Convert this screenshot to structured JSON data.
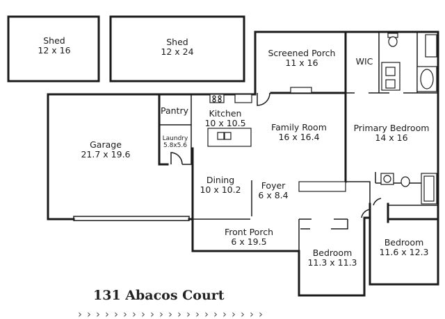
{
  "rooms": {
    "shed_small": {
      "name": "Shed",
      "size": "12 x 16"
    },
    "shed_large": {
      "name": "Shed",
      "size": "12 x 24"
    },
    "screened_porch": {
      "name": "Screened Porch",
      "size": "11 x 16"
    },
    "wic": {
      "name": "WIC"
    },
    "pantry": {
      "name": "Pantry"
    },
    "kitchen": {
      "name": "Kitchen",
      "size": "10 x 10.5"
    },
    "laundry": {
      "name": "Laundry",
      "size": "5.8x5.6"
    },
    "garage": {
      "name": "Garage",
      "size": "21.7 x 19.6"
    },
    "family_room": {
      "name": "Family Room",
      "size": "16 x 16.4"
    },
    "primary_bedroom": {
      "name": "Primary Bedroom",
      "size": "14 x 16"
    },
    "dining": {
      "name": "Dining",
      "size": "10 x 10.2"
    },
    "foyer": {
      "name": "Foyer",
      "size": "6 x 8.4"
    },
    "front_porch": {
      "name": "Front Porch",
      "size": "6 x 19.5"
    },
    "bedroom_left": {
      "name": "Bedroom",
      "size": "11.3 x 11.3"
    },
    "bedroom_right": {
      "name": "Bedroom",
      "size": "11.6 x 12.3"
    }
  },
  "address": "131 Abacos Court",
  "decoration": {
    "chevrons": "›››››››››››››››››››››"
  }
}
